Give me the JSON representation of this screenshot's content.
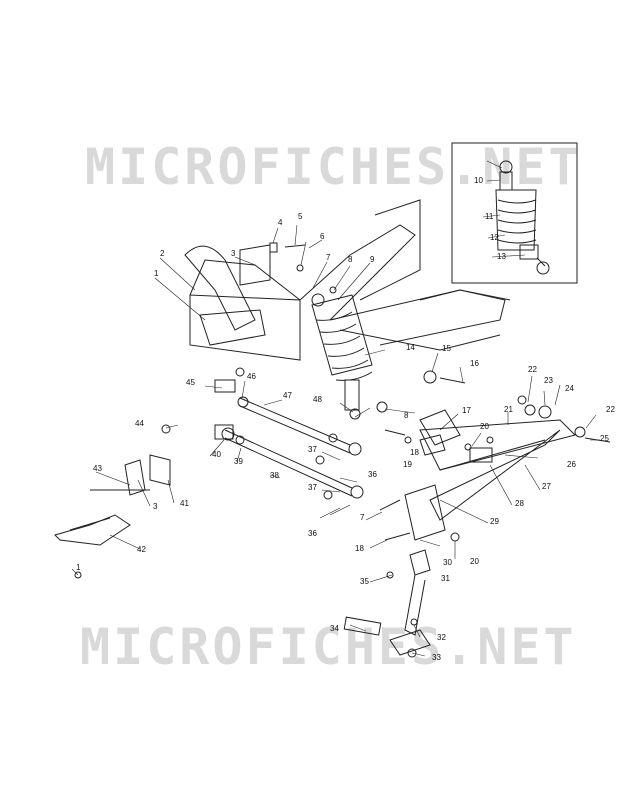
{
  "watermark": "MICROFICHES.NET",
  "callouts": [
    "1",
    "2",
    "3",
    "4",
    "5",
    "6",
    "7",
    "8",
    "9",
    "10",
    "11",
    "12",
    "13",
    "14",
    "15",
    "16",
    "17",
    "18",
    "19",
    "20",
    "21",
    "22",
    "23",
    "24",
    "25",
    "26",
    "27",
    "28",
    "29",
    "30",
    "31",
    "32",
    "33",
    "34",
    "35",
    "36",
    "37",
    "38",
    "39",
    "40",
    "41",
    "42",
    "43",
    "44",
    "45",
    "46",
    "47",
    "48"
  ]
}
